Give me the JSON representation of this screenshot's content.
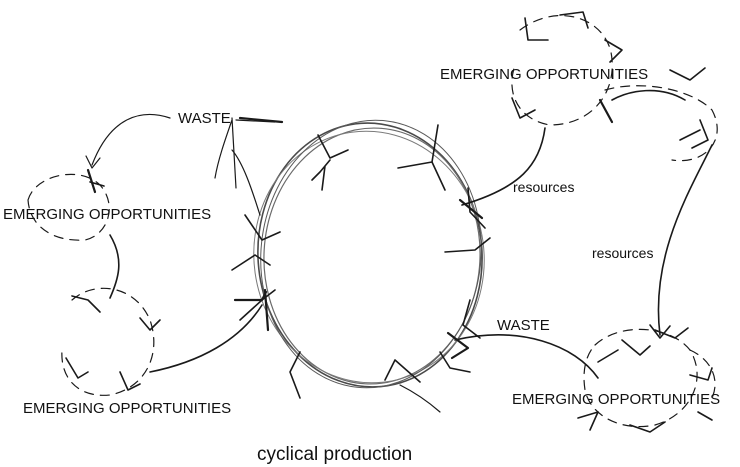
{
  "labels": {
    "waste_top": "WASTE",
    "waste_right": "WASTE",
    "resources_upper": "resources",
    "resources_lower": "resources",
    "emerging_top_right": "EMERGING OPPORTUNITIES",
    "emerging_left": "EMERGING OPPORTUNITIES",
    "emerging_bottom_left": "EMERGING OPPORTUNITIES",
    "emerging_bottom_right": "EMERGING OPPORTUNITIES",
    "caption": "cyclical production"
  },
  "colors": {
    "ink": "#1a1a1a",
    "ring_ink": "#555555",
    "background": "#ffffff"
  }
}
